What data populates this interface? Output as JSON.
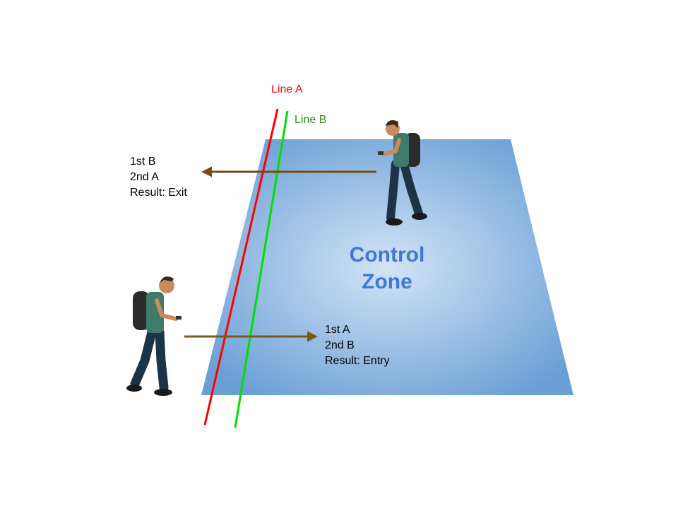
{
  "zone": {
    "line1": "Control",
    "line2": "Zone",
    "fill_center": "#d3e4f6",
    "fill_edge": "#6a9fd6",
    "text_color": "#3c78d8"
  },
  "lines": {
    "a": {
      "label": "Line A",
      "color": "#ff0000"
    },
    "b": {
      "label": "Line B",
      "color": "#00e000",
      "label_color": "#2e8b1e"
    }
  },
  "exit_case": {
    "line1": "1st B",
    "line2": "2nd A",
    "line3": "Result: Exit",
    "arrow_color": "#7a4a14"
  },
  "entry_case": {
    "line1": "1st A",
    "line2": "2nd B",
    "line3": "Result: Entry",
    "arrow_color": "#7a5a14"
  },
  "colors": {
    "skin": "#c98a5e",
    "hair": "#3a2a1e",
    "shirt": "#3f7b6a",
    "pants": "#1b3447",
    "backpack": "#2b2b2b",
    "shoes": "#1a1a1a"
  }
}
